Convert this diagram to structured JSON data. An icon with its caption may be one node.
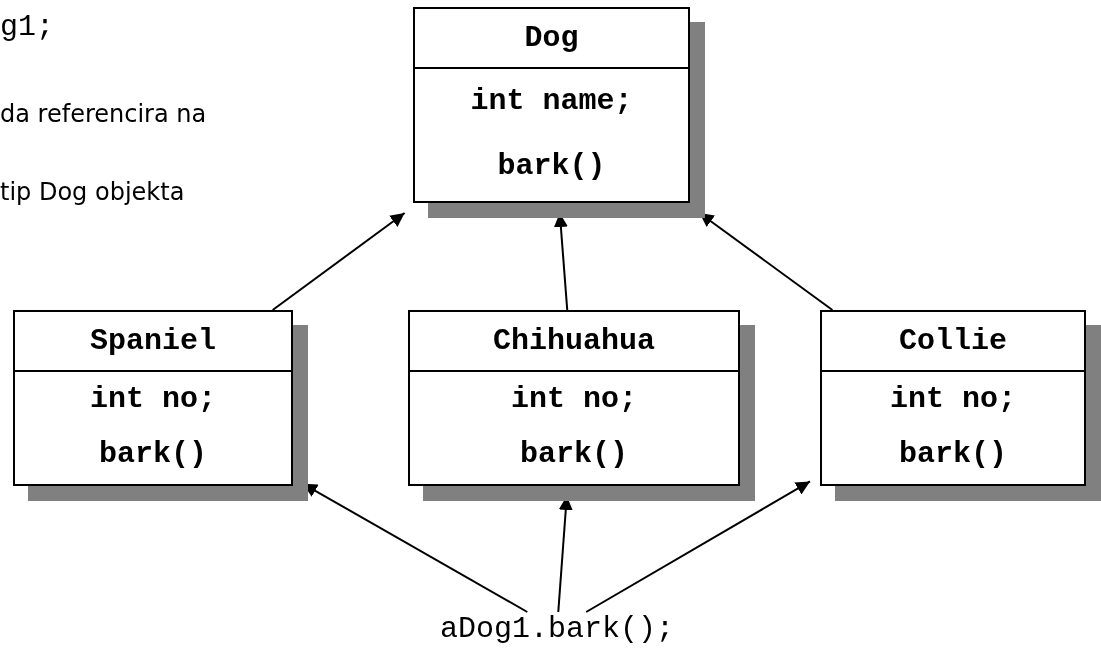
{
  "diagram": {
    "nodes": [
      {
        "text": [
          "Dog",
          "int name;",
          "bark()"
        ]
      },
      {
        "text": [
          "Spaniel",
          "int no;",
          "bark()"
        ]
      },
      {
        "text": [
          "Chihuahua",
          "int no;",
          "bark()"
        ]
      },
      {
        "text": [
          "Collie",
          "int no;",
          "bark()"
        ]
      },
      {
        "text": [
          "aDog1.bark();"
        ]
      }
    ],
    "edges": [
      {
        "from": 1,
        "to": 0,
        "arrow": "to"
      },
      {
        "from": 2,
        "to": 0,
        "arrow": "to"
      },
      {
        "from": 3,
        "to": 0,
        "arrow": "to"
      },
      {
        "from": 4,
        "to": 1,
        "arrow": "to"
      },
      {
        "from": 4,
        "to": 2,
        "arrow": "to"
      },
      {
        "from": 4,
        "to": 3,
        "arrow": "to"
      }
    ],
    "labels": [
      "g1;",
      "da referencira na",
      "tip Dog objekta"
    ]
  }
}
